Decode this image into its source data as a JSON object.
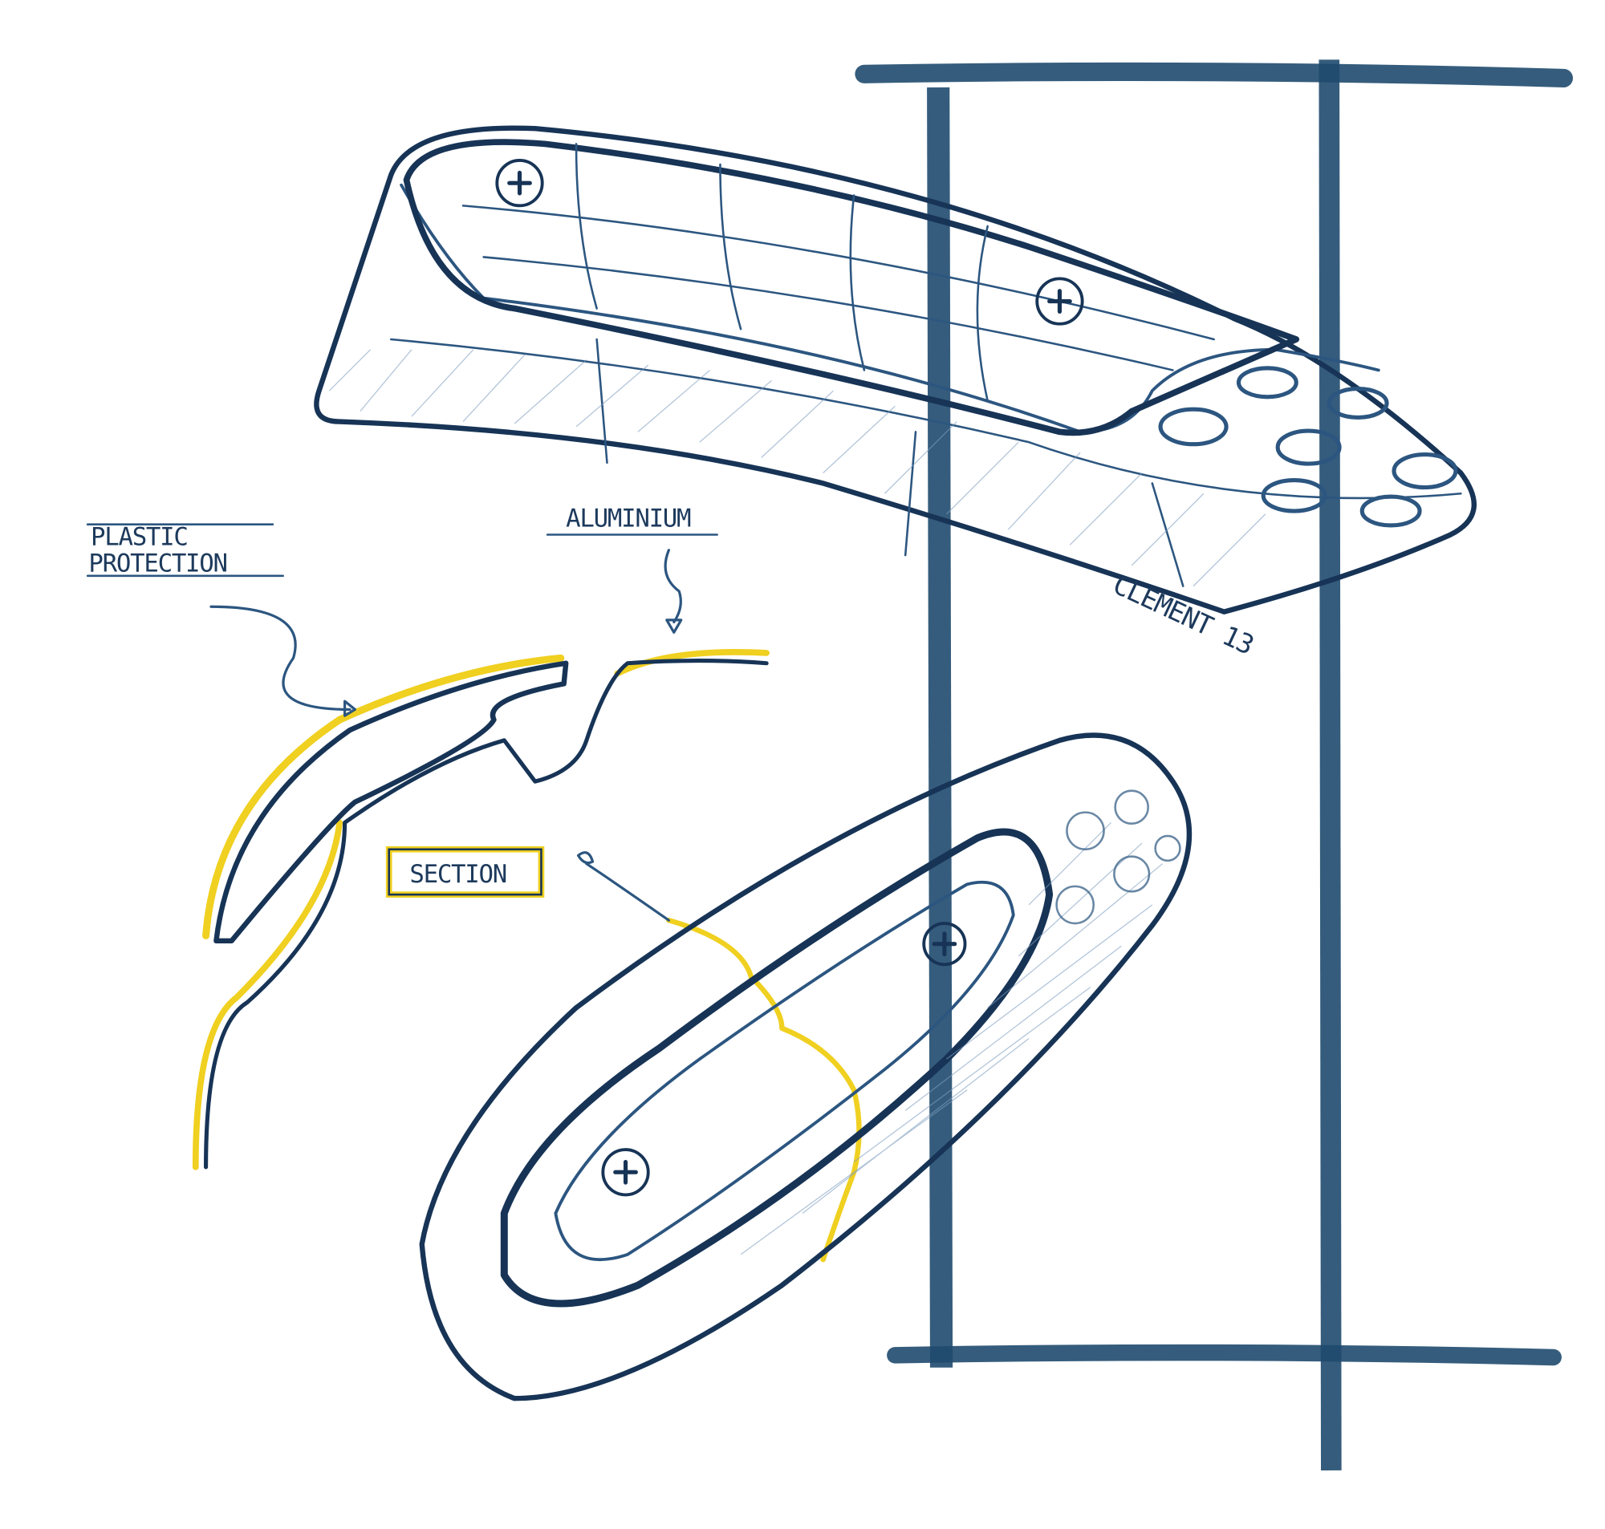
{
  "annotations": {
    "plastic_label_line1": "PLASTIC",
    "plastic_label_line2": "PROTECTION",
    "aluminium_label": "ALUMINIUM",
    "section_label": "SECTION"
  },
  "signature": "CLEMENT 13",
  "colors": {
    "ink": "#2c5680",
    "frame": "#1f4a6e",
    "highlight": "#f0d020"
  }
}
